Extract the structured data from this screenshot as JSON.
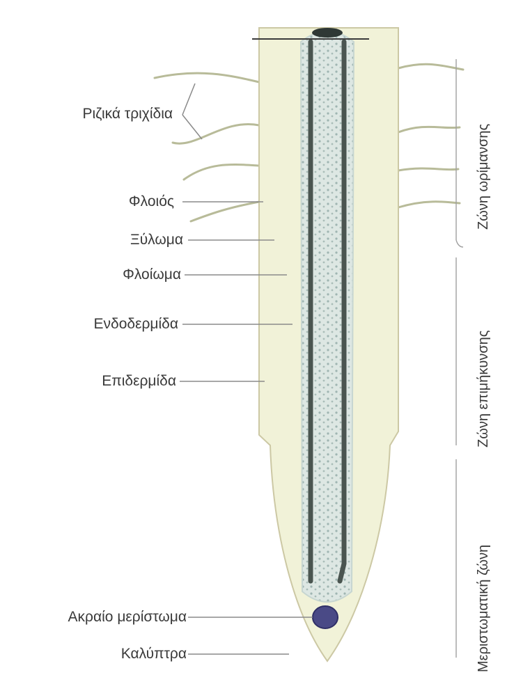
{
  "labels": {
    "root_hairs": "Ριζικά τριχίδια",
    "cortex": "Φλοιός",
    "xylem": "Ξύλωμα",
    "phloem": "Φλοίωμα",
    "endodermis": "Ενδοδερμίδα",
    "epidermis": "Επιδερμίδα",
    "apical_meristem": "Ακραίο μερίστωμα",
    "root_cap": "Καλύπτρα"
  },
  "zones": {
    "maturation": "Ζώνη ωρίμανσης",
    "elongation": "Ζώνη επιμήκυνσης",
    "meristematic": "Μεριστωματική ζώνη"
  },
  "colors": {
    "root_fill": "#f1f2d8",
    "stele_fill": "#dbe6e2",
    "vascular_strand": "#4a5550",
    "meristem": "#4a4a86",
    "text": "#3a3a3a"
  }
}
